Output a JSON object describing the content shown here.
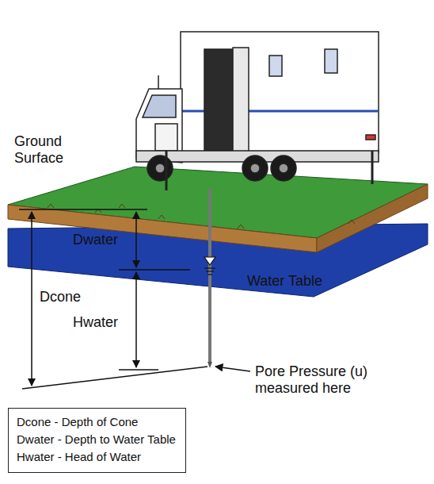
{
  "diagram": {
    "nodes": [
      {
        "text": [
          "Dcone - Depth of Cone",
          "Dwater - Depth to Water Table",
          "Hwater - Head of Water"
        ]
      }
    ],
    "labels": [
      "Ground Surface",
      "Dwater",
      "Dcone",
      "Hwater",
      "Water Table",
      "Pore Pressure (u) measured here"
    ]
  }
}
